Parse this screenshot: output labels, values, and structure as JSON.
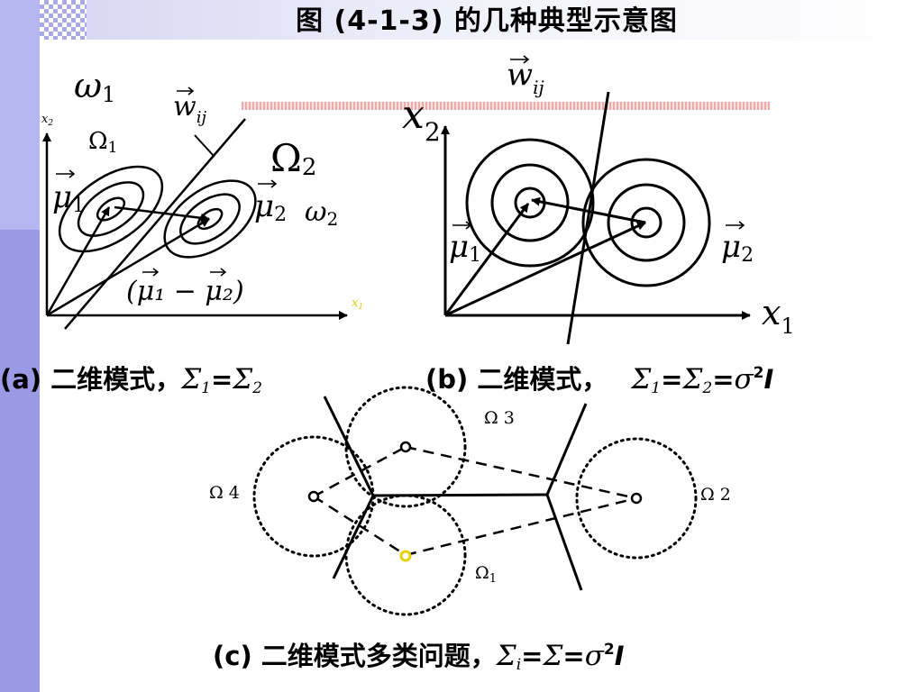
{
  "title": "图 (4-1-3) 的几种典型示意图",
  "colors": {
    "sidebar": "#9a9ae6",
    "accent": "#e8a0a0",
    "highlight": "#ffff00"
  },
  "panel_a": {
    "omega1": "ω",
    "omega1_sub": "1",
    "x2": "x",
    "x2_sub": "2",
    "x1": "x",
    "x1_sub": "1",
    "Omega1": "Ω",
    "Omega1_sub": "1",
    "Omega2": "Ω",
    "Omega2_sub": "2",
    "w": "w",
    "w_sub": "ij",
    "mu1": "μ",
    "mu1_sub": "1",
    "mu2": "μ",
    "mu2_sub": "2",
    "omega2": "ω",
    "omega2_sub": "2",
    "diff": "(μ₁ − μ₂)"
  },
  "panel_b": {
    "w": "w",
    "w_sub": "ij",
    "x2": "x",
    "x2_sub": "2",
    "x1": "x",
    "x1_sub": "1",
    "mu1": "μ",
    "mu1_sub": "1",
    "mu2": "μ",
    "mu2_sub": "2"
  },
  "panel_c": {
    "Omega3": "Ω 3",
    "Omega4": "Ω 4",
    "Omega2": "Ω 2",
    "Omega1": "Ω",
    "Omega1_sub": "1"
  },
  "caption_a": {
    "prefix": "(a) 二维模式，",
    "s1": "Σ",
    "i1": "1",
    "eq": "=",
    "s2": "Σ",
    "i2": "2"
  },
  "caption_b": {
    "prefix": "(b) 二维模式，",
    "s1": "Σ",
    "i1": "1",
    "eq1": "=",
    "s2": "Σ",
    "i2": "2",
    "eq2": "=",
    "sigma": "σ",
    "pow": "2",
    "I": "I"
  },
  "caption_c": {
    "prefix": "(c) 二维模式多类问题，",
    "s1": "Σ",
    "i1": "i",
    "eq1": "=",
    "s2": "Σ",
    "eq2": "=",
    "sigma": "σ",
    "pow": "2",
    "I": "I"
  }
}
